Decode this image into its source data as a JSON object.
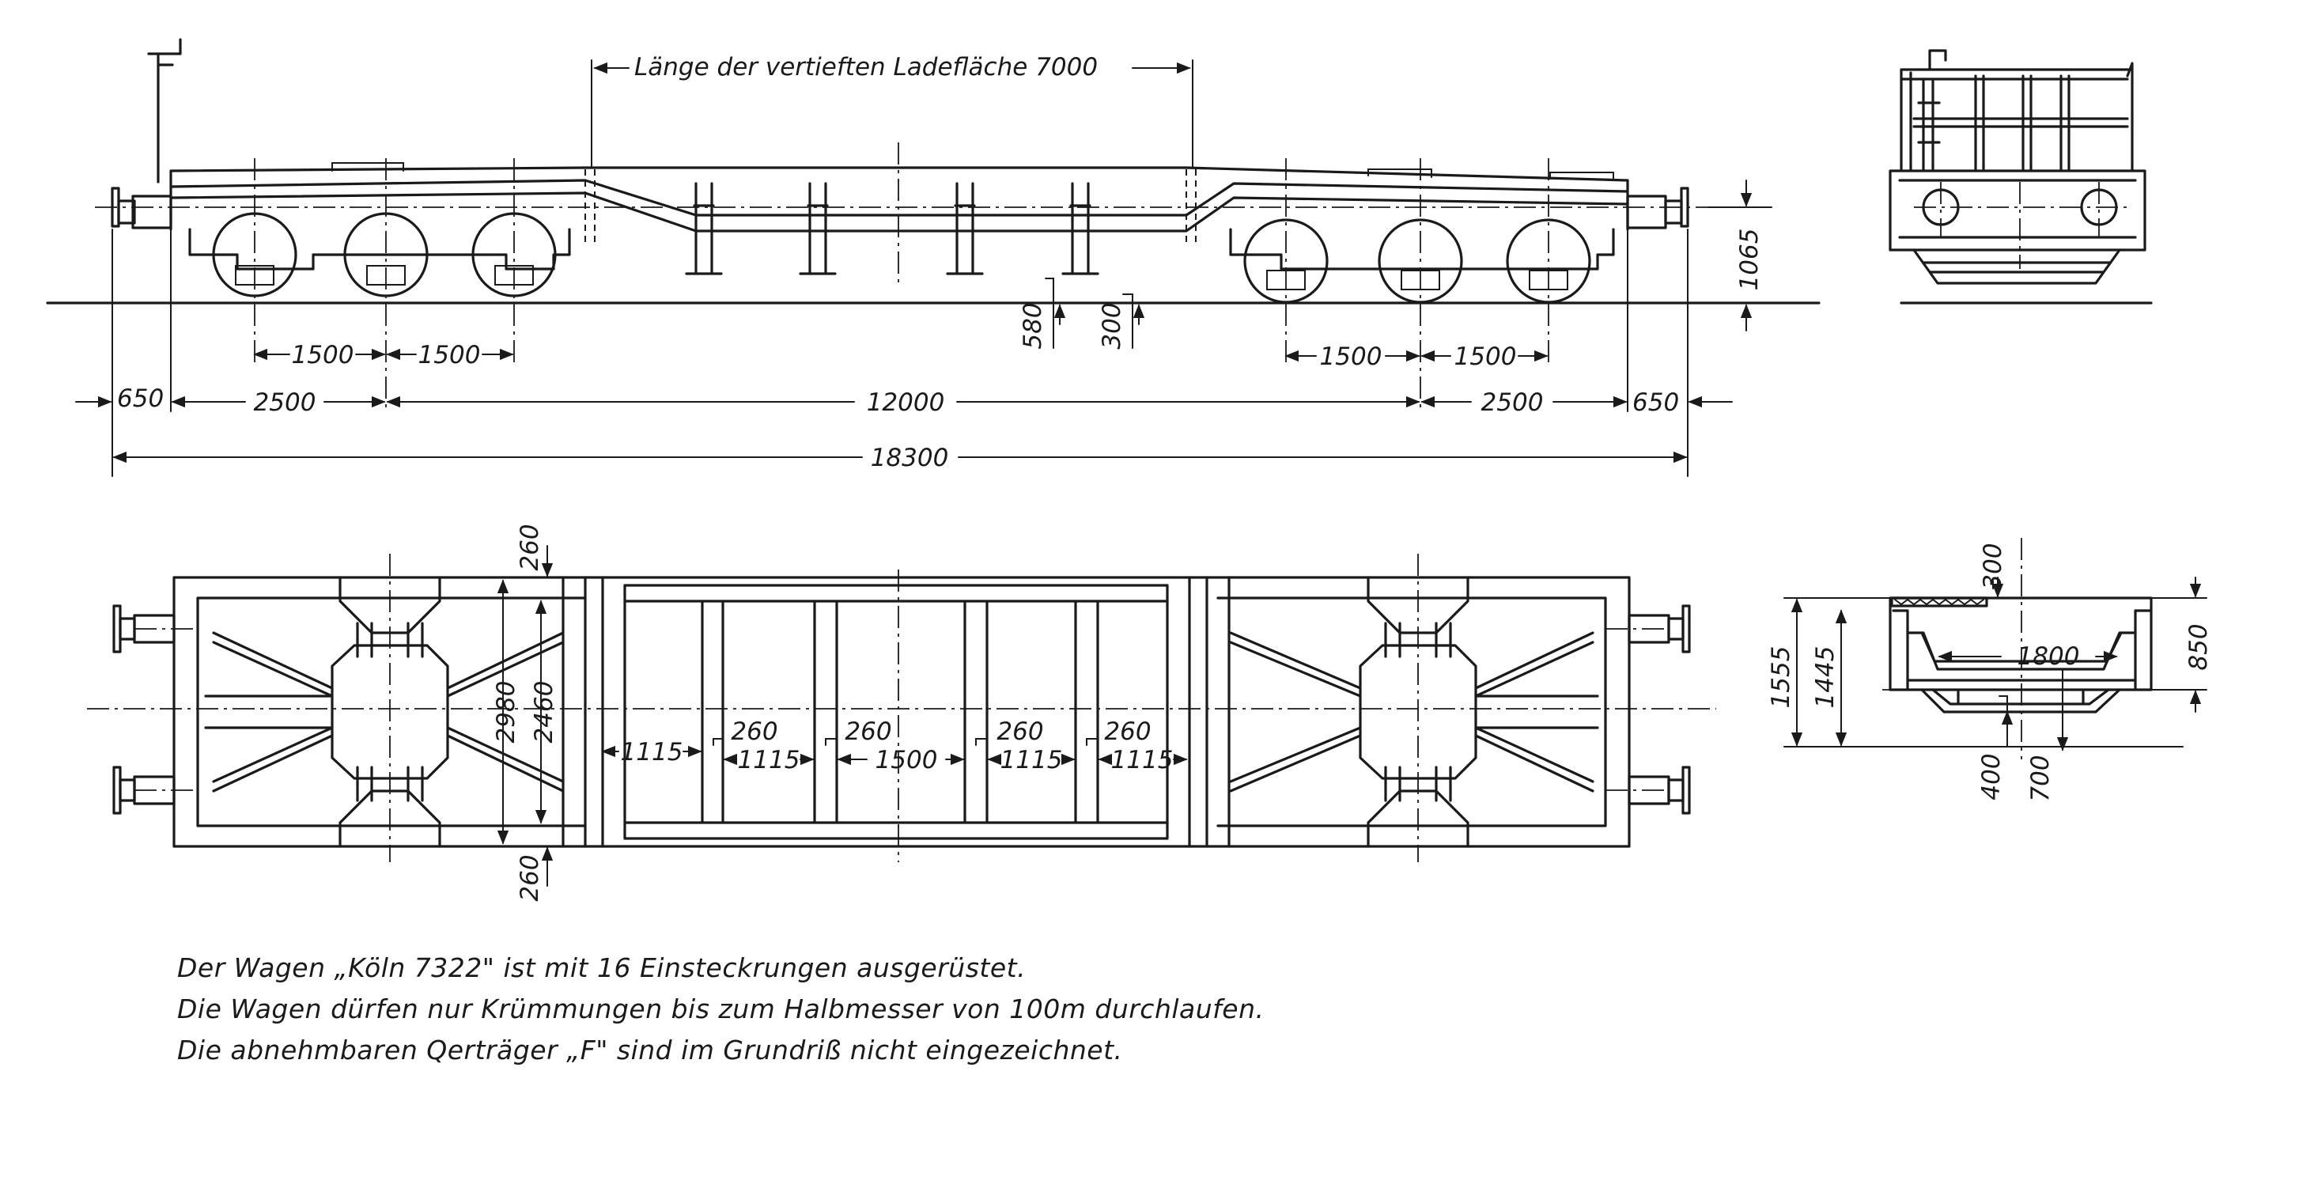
{
  "side_view": {
    "recess_label": "Länge der vertieften Ladefläche 7000",
    "height_1065": "1065",
    "height_580": "580",
    "height_300": "300",
    "axle_1500_a": "1500",
    "axle_1500_b": "1500",
    "axle_1500_c": "1500",
    "axle_1500_d": "1500",
    "overhang_left": "650",
    "bogie_left": "2500",
    "bogie_distance": "12000",
    "bogie_right": "2500",
    "overhang_right": "650",
    "total_length": "18300"
  },
  "plan_view": {
    "top_260": "260",
    "bottom_260": "260",
    "width_2980": "2980",
    "width_2460": "2460",
    "spacings": [
      {
        "small": "",
        "big": "1115"
      },
      {
        "small": "260",
        "big": "1115"
      },
      {
        "small": "260",
        "big": "1500"
      },
      {
        "small": "260",
        "big": "1115"
      },
      {
        "small": "260",
        "big": "1115"
      }
    ]
  },
  "section_view": {
    "d300": "300",
    "d1800": "1800",
    "d850": "850",
    "d1555": "1555",
    "d1445": "1445",
    "d400": "400",
    "d700": "700"
  },
  "notes": [
    "Der Wagen „Köln 7322\" ist mit 16 Einsteckrungen ausgerüstet.",
    "Die Wagen dürfen nur Krümmungen bis zum Halbmesser von 100m durchlaufen.",
    "Die abnehmbaren Qerträger „F\" sind im Grundriß nicht eingezeichnet."
  ]
}
